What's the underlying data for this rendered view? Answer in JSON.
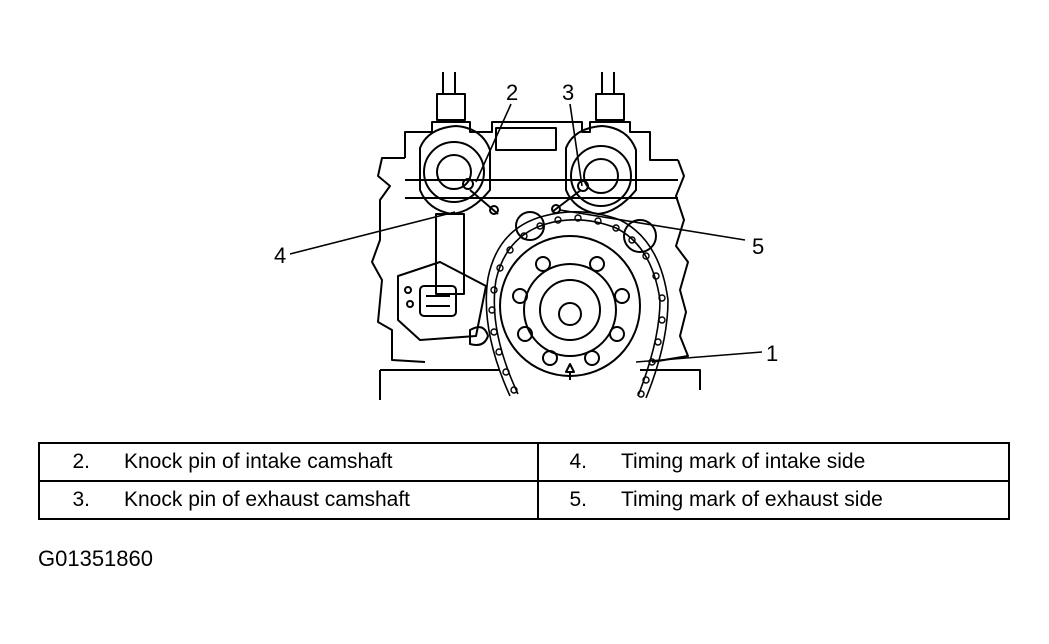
{
  "diagram": {
    "callouts": [
      "1",
      "2",
      "3",
      "4",
      "5"
    ]
  },
  "legend": {
    "rows": [
      {
        "left": {
          "num": "2.",
          "text": "Knock pin of intake camshaft"
        },
        "right": {
          "num": "4.",
          "text": "Timing mark of intake side"
        }
      },
      {
        "left": {
          "num": "3.",
          "text": "Knock pin of exhaust camshaft"
        },
        "right": {
          "num": "5.",
          "text": "Timing mark of exhaust side"
        }
      }
    ]
  },
  "figure_code": "G01351860"
}
